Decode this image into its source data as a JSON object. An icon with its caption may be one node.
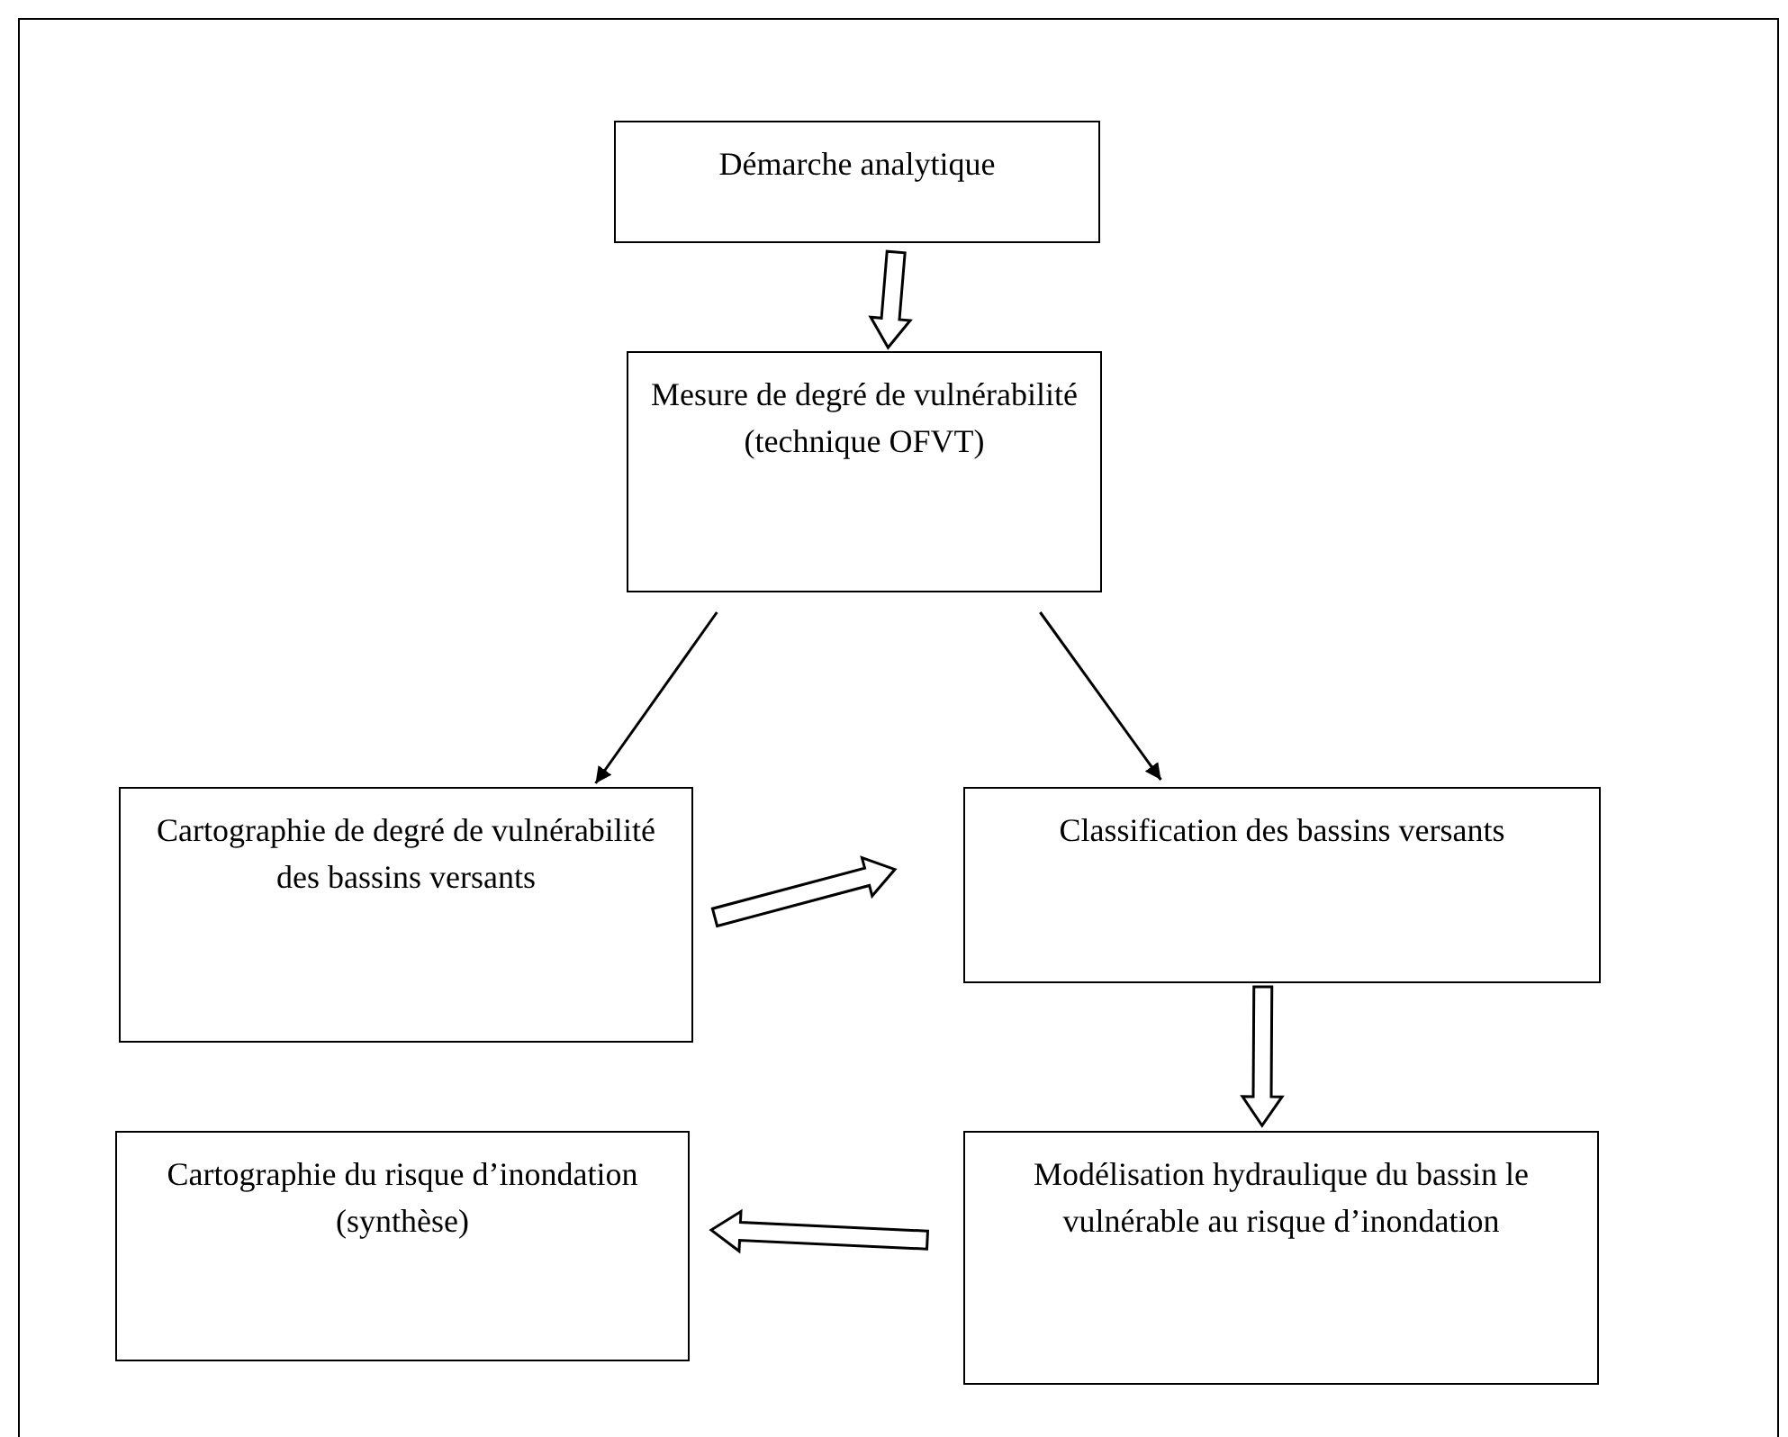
{
  "diagram": {
    "nodes": [
      {
        "text": [
          "Démarche analytique"
        ]
      },
      {
        "text": [
          "Mesure de degré de vulnérabilité (technique OFVT)"
        ]
      },
      {
        "text": [
          "Cartographie de degré de vulnérabilité des bassins versants"
        ]
      },
      {
        "text": [
          "Classification des bassins versants"
        ]
      },
      {
        "text": [
          "Cartographie du risque d’inondation (synthèse)"
        ]
      },
      {
        "text": [
          "Modélisation hydraulique du bassin le vulnérable au risque d’inondation"
        ]
      }
    ],
    "edges": [
      {
        "from": 0,
        "to": 1,
        "arrow": "to",
        "style": "thick"
      },
      {
        "from": 1,
        "to": 2,
        "arrow": "to"
      },
      {
        "from": 1,
        "to": 3,
        "arrow": "to"
      },
      {
        "from": 2,
        "to": 3,
        "arrow": "to",
        "style": "thick"
      },
      {
        "from": 3,
        "to": 5,
        "arrow": "to",
        "style": "thick"
      },
      {
        "from": 5,
        "to": 4,
        "arrow": "to",
        "style": "thick"
      }
    ]
  }
}
